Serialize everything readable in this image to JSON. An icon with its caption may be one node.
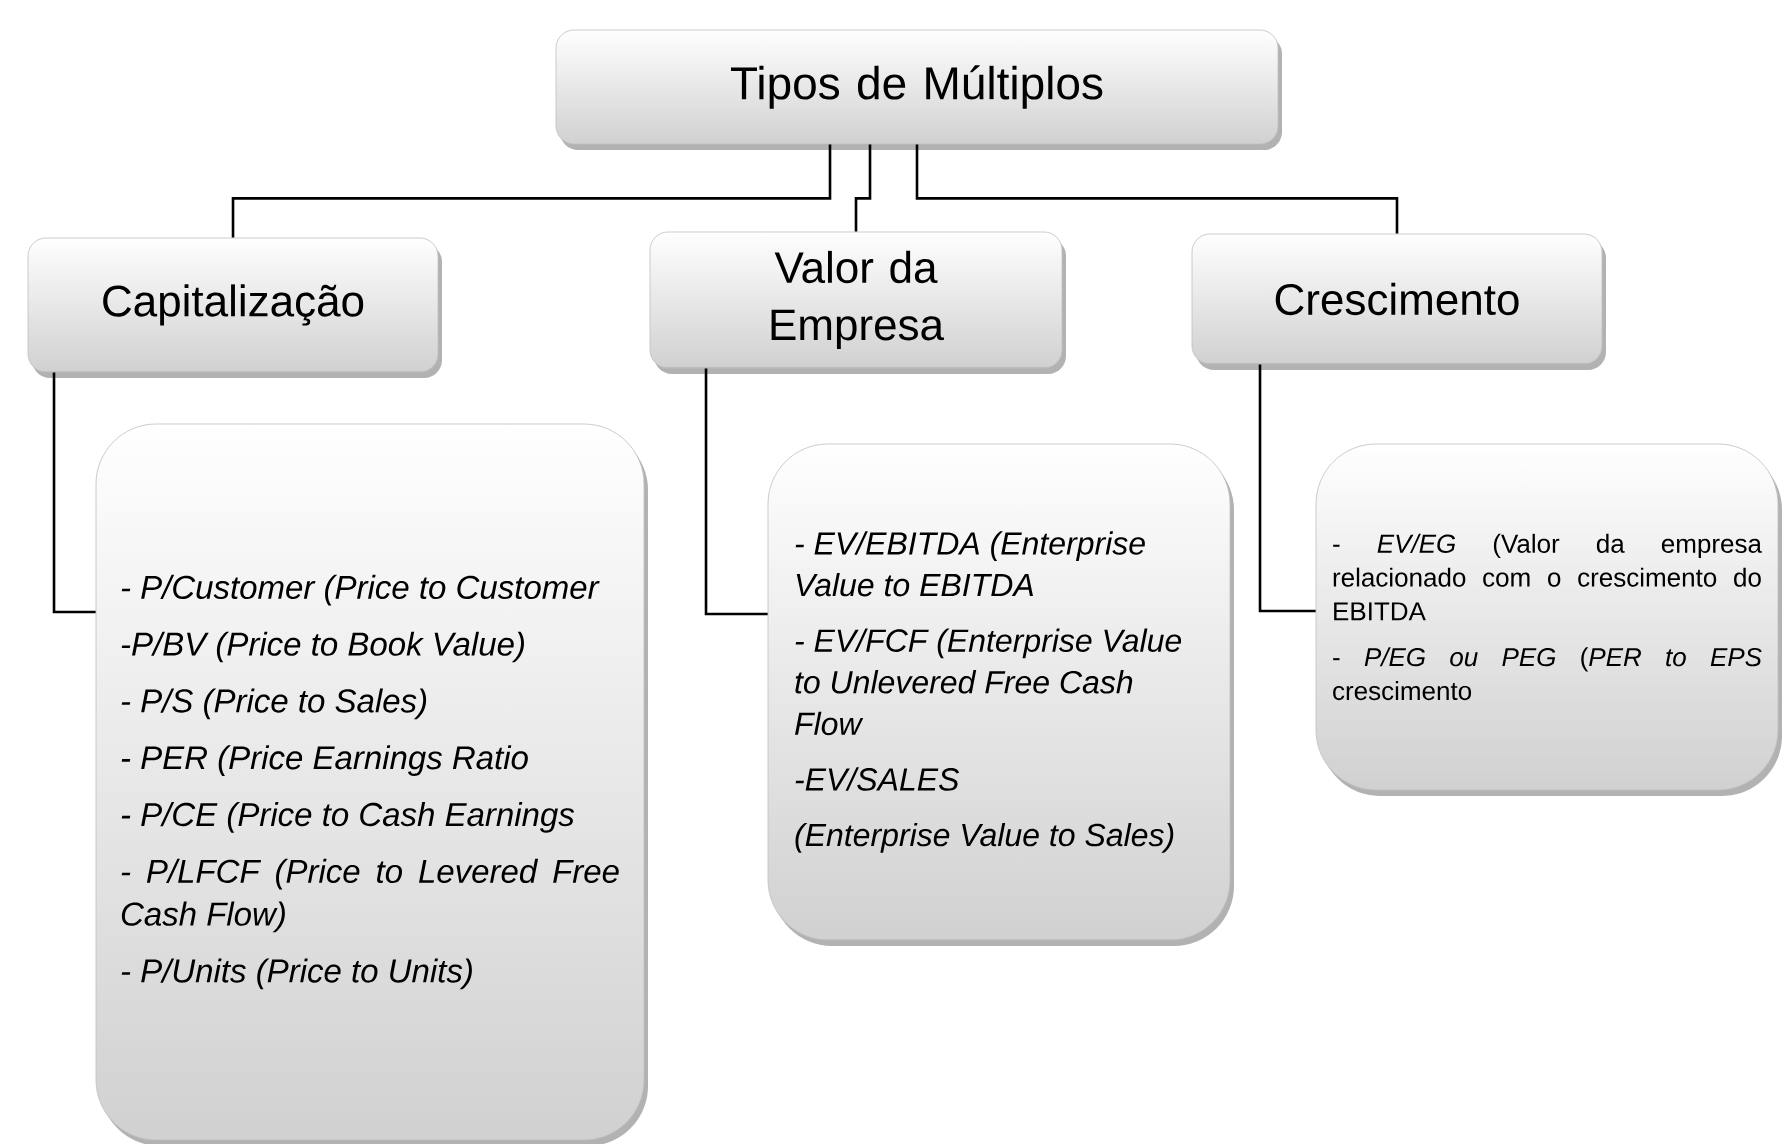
{
  "diagram": {
    "nodes": [
      {
        "text": [
          "Tipos de Múltiplos"
        ]
      },
      {
        "text": [
          "Capitalização"
        ]
      },
      {
        "text": [
          "Valor da Empresa"
        ]
      },
      {
        "text": [
          "Crescimento"
        ]
      },
      {
        "text": [
          "- P/Customer (Price to Customer",
          "-P/BV (Price to Book Value)",
          "- P/S (Price to Sales)",
          "- PER (Price Earnings Ratio",
          "- P/CE (Price to Cash Earnings",
          "- P/LFCF (Price to Levered Free Cash Flow)",
          "- P/Units (Price to Units)"
        ]
      },
      {
        "text": [
          "- EV/EBITDA (Enterprise Value to EBITDA",
          "- EV/FCF (Enterprise Value to Unlevered Free Cash Flow",
          "-EV/SALES",
          "(Enterprise Value to Sales)"
        ]
      },
      {
        "text": [
          "- *EV/EG* (Valor da empresa relacionado com o crescimento do EBITDA",
          "- *P/EG ou PEG* (*PER to EPS* crescimento"
        ]
      }
    ],
    "edges": [
      {
        "from": 0,
        "to": 1,
        "arrow": "none"
      },
      {
        "from": 0,
        "to": 2,
        "arrow": "none"
      },
      {
        "from": 0,
        "to": 3,
        "arrow": "none"
      },
      {
        "from": 1,
        "to": 4,
        "arrow": "none"
      },
      {
        "from": 2,
        "to": 5,
        "arrow": "none"
      },
      {
        "from": 3,
        "to": 6,
        "arrow": "none"
      }
    ]
  }
}
